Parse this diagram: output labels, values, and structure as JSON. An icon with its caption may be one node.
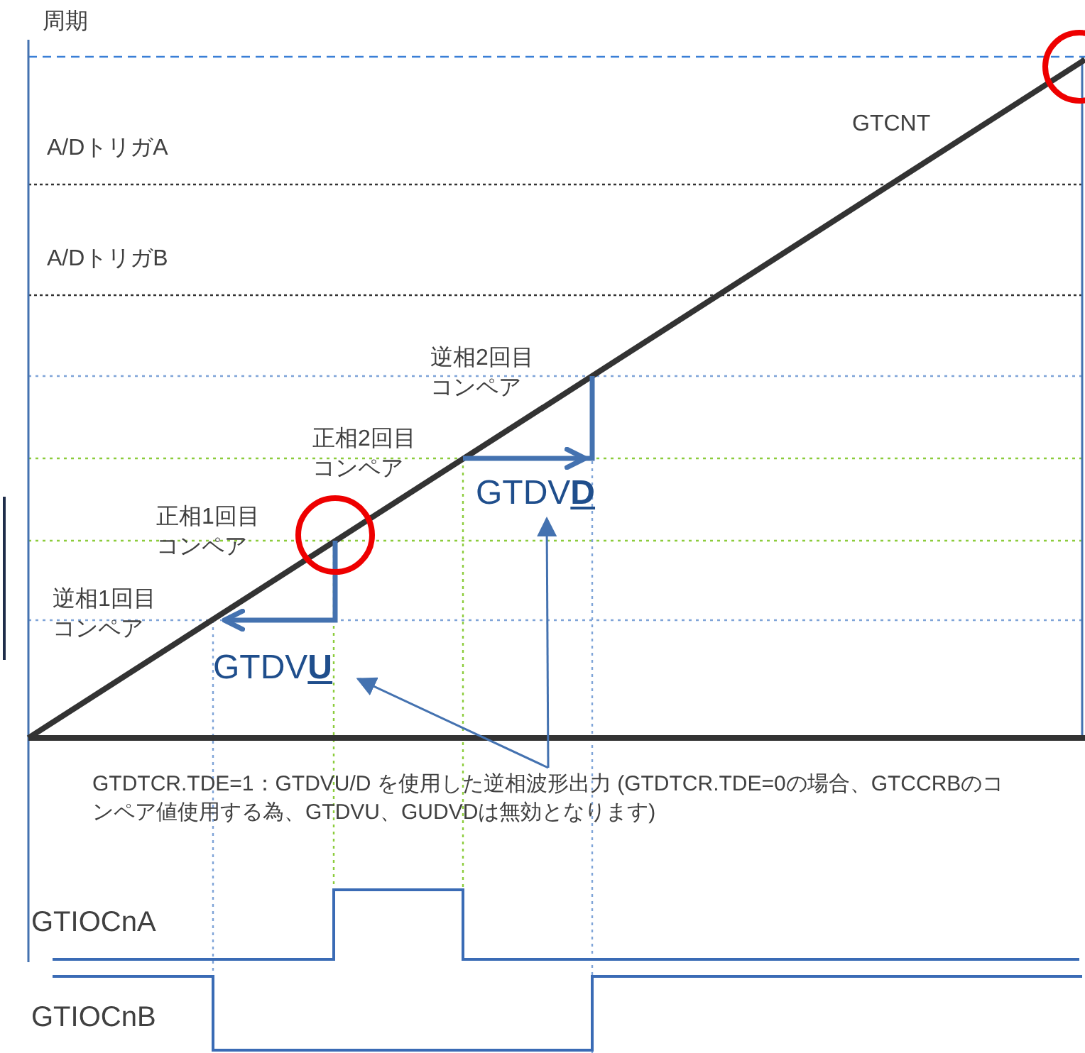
{
  "diagram": {
    "nodes": [
      {
        "text": [
          "GTDV**U**"
        ]
      },
      {
        "text": [
          "GTDV**D**"
        ]
      },
      {
        "text": [
          "GTDTCR.TDE=1：GTDVU/D を使用した逆相波形出力 (GTDTCR.TDE=0の場合、GTCCRBのコンペア値使用する為、GTDVU、GUDVDは無効となります)"
        ]
      }
    ],
    "edges": [
      {
        "from": 2,
        "to": 0,
        "arrow": "to"
      },
      {
        "from": 2,
        "to": 1,
        "arrow": "to"
      }
    ],
    "labels": [
      "周期",
      "GTCNT",
      "A/DトリガA",
      "A/DトリガB",
      "逆相2回目コンペア",
      "正相2回目コンペア",
      "正相1回目コンペア",
      "逆相1回目コンペア",
      "GTIOCnA",
      "GTIOCnB"
    ]
  }
}
